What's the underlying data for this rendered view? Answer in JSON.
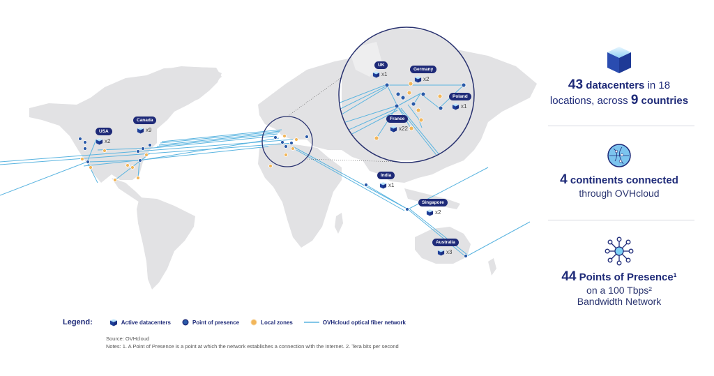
{
  "map": {
    "locations": [
      {
        "name": "USA",
        "count": "x2"
      },
      {
        "name": "Canada",
        "count": "x9"
      },
      {
        "name": "UK",
        "count": "x1"
      },
      {
        "name": "Germany",
        "count": "x2"
      },
      {
        "name": "Poland",
        "count": "x1"
      },
      {
        "name": "France",
        "count": "x22"
      },
      {
        "name": "India",
        "count": "x1"
      },
      {
        "name": "Singapore",
        "count": "x2"
      },
      {
        "name": "Australia",
        "count": "x3"
      }
    ],
    "colors": {
      "land": "#e2e2e4",
      "fiber": "#5ab4e0",
      "pop": "#2a5aa8",
      "local_zone": "#f2b65a",
      "label_bg": "#1e2a78",
      "zoom_ring": "#2a3370"
    }
  },
  "stats": [
    {
      "icon": "datacenter-cube-icon",
      "number": "43",
      "bold_text": "datacenters",
      "text_a": " in 18",
      "text_b": "locations, across ",
      "number_b": "9",
      "bold_b": " countries"
    },
    {
      "icon": "globe-network-icon",
      "number": "4",
      "bold_text": " continents connected",
      "line2": "through OVHcloud"
    },
    {
      "icon": "network-hub-icon",
      "number": "44",
      "bold_text": " Points of Presence¹",
      "line2": "on a 100 Tbps²",
      "line3": "Bandwidth Network"
    }
  ],
  "legend": {
    "title": "Legend:",
    "items": [
      {
        "icon": "datacenter-cube-icon",
        "label": "Active datacenters"
      },
      {
        "icon": "point-of-presence-icon",
        "label": "Point of presence"
      },
      {
        "icon": "local-zone-icon",
        "label": "Local zones"
      },
      {
        "icon": "fiber-line-icon",
        "label": "OVHcloud optical fiber network"
      }
    ]
  },
  "footer": {
    "source": "Source: OVHcloud",
    "notes": "Notes: 1. A Point of Presence is a point at which the network establishes a connection with the Internet. 2. Tera bits per second"
  }
}
